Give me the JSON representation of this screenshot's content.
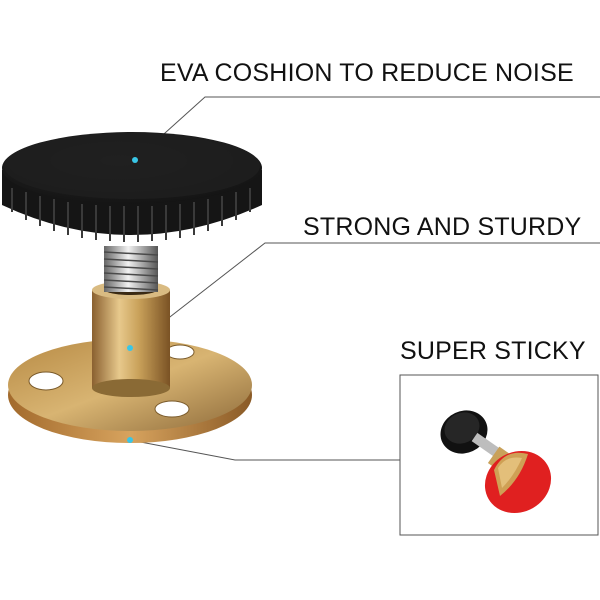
{
  "callouts": {
    "eva": "EVA COSHION TO REDUCE NOISE",
    "strong": "STRONG AND STURDY",
    "sticky": "SUPER STICKY"
  },
  "colors": {
    "leader_line": "#555555",
    "dot": "#39c6e6",
    "cushion": "#1a1a1a",
    "brass": "#c9a15a",
    "adhesive_red": "#e02020"
  },
  "icons": {
    "product": "adjustable-bed-frame-stopper",
    "inset": "adhesive-pad-detail"
  }
}
